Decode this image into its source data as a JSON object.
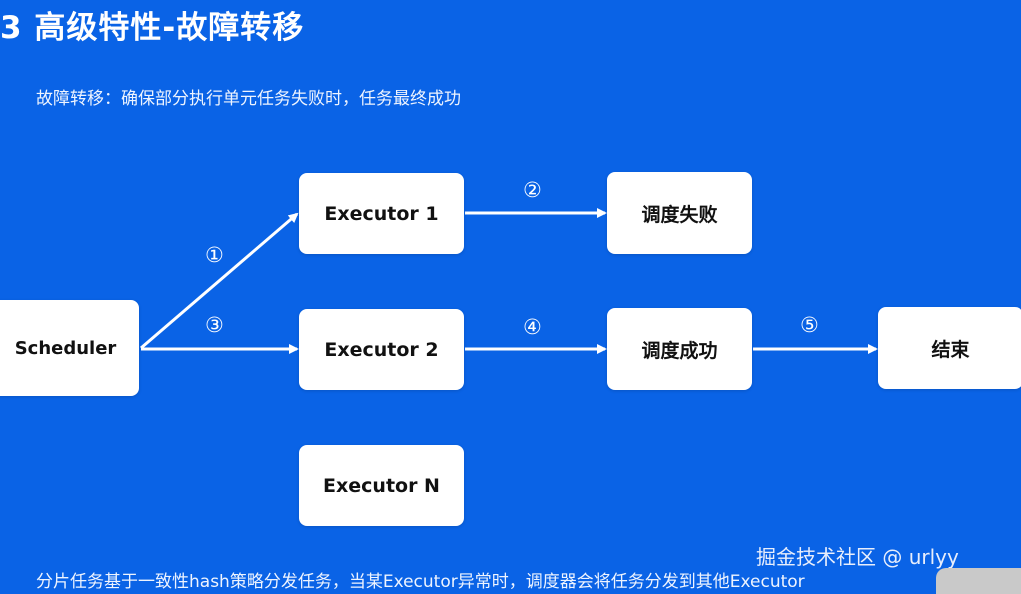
{
  "title": "3 高级特性-故障转移",
  "subtitle": "故障转移：确保部分执行单元任务失败时，任务最终成功",
  "nodes": {
    "scheduler": "Scheduler",
    "executor_1": "Executor 1",
    "executor_2": "Executor 2",
    "executor_n": "Executor N",
    "schedule_fail": "调度失败",
    "schedule_success": "调度成功",
    "end": "结束"
  },
  "steps": {
    "s1": "①",
    "s2": "②",
    "s3": "③",
    "s4": "④",
    "s5": "⑤"
  },
  "footer": "分片任务基于一致性hash策略分发任务，当某Executor异常时，调度器会将任务分发到其他Executor",
  "watermark": "掘金技术社区 @ urlyy",
  "colors": {
    "background": "#0a63e6",
    "node_fill": "#ffffff",
    "arrow": "#ffffff"
  }
}
